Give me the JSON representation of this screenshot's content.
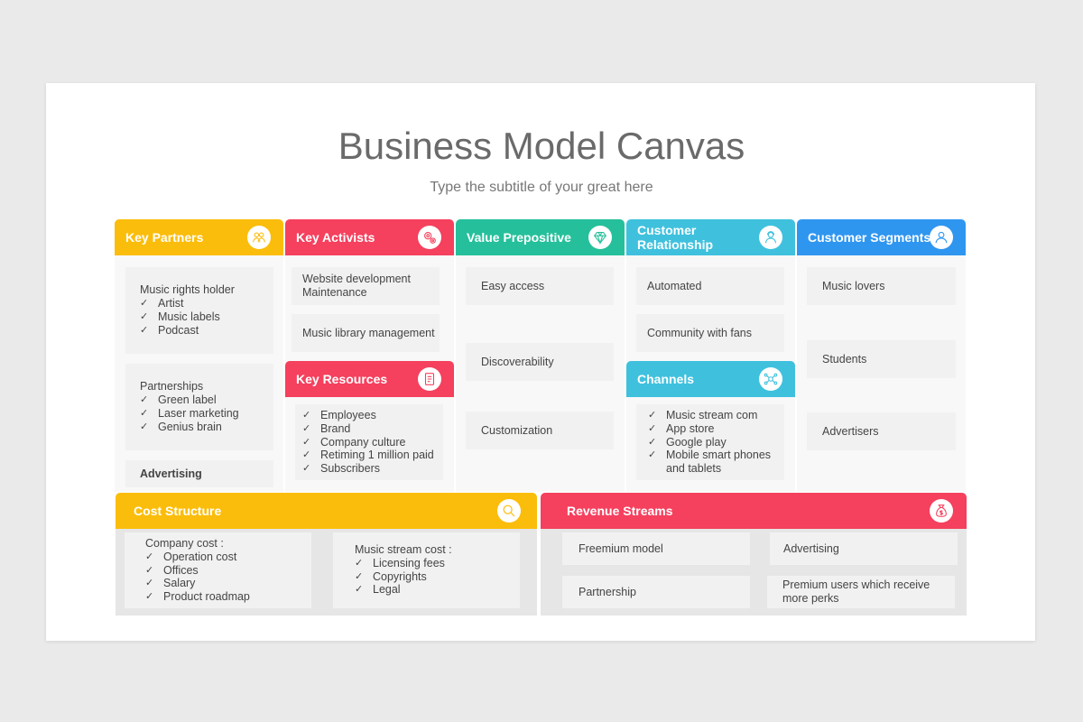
{
  "title": "Business Model Canvas",
  "subtitle": "Type the subtitle of your great here",
  "headers": {
    "key_partners": "Key Partners",
    "key_activities": "Key Activists",
    "value_propositions": "Value Prepositive",
    "customer_relationship": "Customer Relationship",
    "customer_segments": "Customer Segments",
    "key_resources": "Key Resources",
    "channels": "Channels",
    "cost_structure": "Cost Structure",
    "revenue_streams": "Revenue Streams"
  },
  "key_partners": {
    "box1_title": "Music rights holder",
    "box1_items": [
      "Artist",
      "Music labels",
      "Podcast"
    ],
    "box2_title": "Partnerships",
    "box2_items": [
      "Green label",
      "Laser marketing",
      "Genius brain"
    ],
    "box3": "Advertising"
  },
  "key_activities": {
    "box1": "Website development Maintenance",
    "box2": "Music library management"
  },
  "key_resources": {
    "items": [
      "Employees",
      "Brand",
      "Company culture",
      "Retiming 1 million paid",
      "Subscribers"
    ]
  },
  "value_propositions": [
    "Easy access",
    "Discoverability",
    "Customization"
  ],
  "customer_relationship": [
    "Automated",
    "Community with fans"
  ],
  "channels": {
    "items": [
      "Music stream com",
      "App store",
      "Google play",
      "Mobile smart phones and tablets"
    ]
  },
  "customer_segments": [
    "Music lovers",
    "Students",
    "Advertisers"
  ],
  "cost_structure": {
    "box1_title": "Company cost :",
    "box1_items": [
      "Operation cost",
      "Offices",
      "Salary",
      "Product roadmap"
    ],
    "box2_title": "Music stream cost :",
    "box2_items": [
      "Licensing fees",
      "Copyrights",
      "Legal"
    ]
  },
  "revenue_streams": [
    "Freemium model",
    "Advertising",
    "Partnership",
    "Premium users which receive more perks"
  ],
  "colors": {
    "yellow": "#fbbd0b",
    "pink": "#f5405e",
    "teal": "#25c09b",
    "cyan": "#3fc1de",
    "blue": "#2f96f0"
  },
  "icons": {
    "key_partners": "people-icon",
    "key_activities": "gears-icon",
    "value_propositions": "diamond-icon",
    "customer_relationship": "customer-service-icon",
    "customer_segments": "user-icon",
    "key_resources": "document-icon",
    "channels": "network-icon",
    "cost_structure": "magnifier-icon",
    "revenue_streams": "money-bag-icon"
  }
}
